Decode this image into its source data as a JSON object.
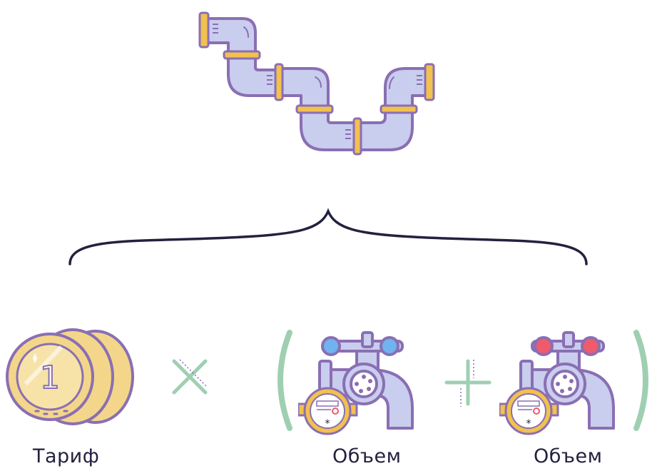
{
  "labels": {
    "tariff": "Тариф",
    "volume_cold": "Объем",
    "volume_hot": "Объем"
  },
  "icons": {
    "pipe": "pipe-icon",
    "brace": "curly-brace-icon",
    "coins": "coins-icon",
    "multiply": "multiply-icon",
    "plus": "plus-icon",
    "cold_tap": "cold-water-tap-icon",
    "hot_tap": "hot-water-tap-icon",
    "meter": "water-meter-icon"
  },
  "colors": {
    "outline": "#8a6fb3",
    "pipe_fill": "#c9cdee",
    "pipe_light": "#e3e5f7",
    "brass": "#f2c14e",
    "coin": "#f3d68a",
    "cold_handle": "#6fb3ef",
    "hot_handle": "#ef5b6b",
    "op_green": "#9fcfb2",
    "brace": "#23213f"
  }
}
